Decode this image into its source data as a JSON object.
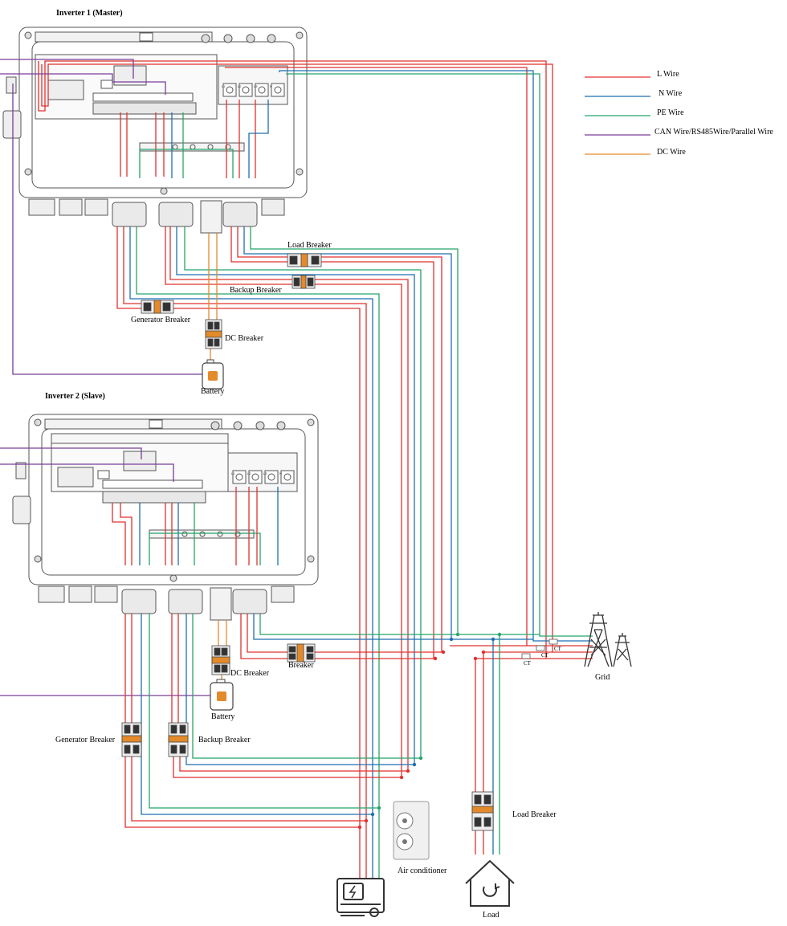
{
  "title_master": "Inverter 1 (Master)",
  "title_slave": "Inverter 2 (Slave)",
  "legend": [
    {
      "label": "L Wire",
      "color": "#e0312f"
    },
    {
      "label": "N Wire",
      "color": "#1e6fb0"
    },
    {
      "label": "PE Wire",
      "color": "#25a56a"
    },
    {
      "label": "CAN Wire/RS485Wire/Parallel Wire",
      "color": "#7a3d9a"
    },
    {
      "label": "DC Wire",
      "color": "#e38a2b"
    }
  ],
  "labels": {
    "load_breaker_top": "Load Breaker",
    "backup_breaker_top": "Backup Breaker",
    "generator_breaker_top": "Generator Breaker",
    "dc_breaker_top": "DC Breaker",
    "battery_top": "Battery",
    "breaker_mid": "Breaker",
    "dc_breaker_bottom": "DC Breaker",
    "battery_bottom": "Battery",
    "generator_breaker_bottom": "Generator Breaker",
    "backup_breaker_bottom": "Backup Breaker",
    "load_breaker_bottom": "Load Breaker",
    "grid": "Grid",
    "air_conditioner": "Air conditioner",
    "load": "Load",
    "ct1": "CT",
    "ct2": "CT",
    "ct3": "CT"
  },
  "terminal_labels": [
    "L1",
    "L2",
    "L3",
    "N"
  ]
}
